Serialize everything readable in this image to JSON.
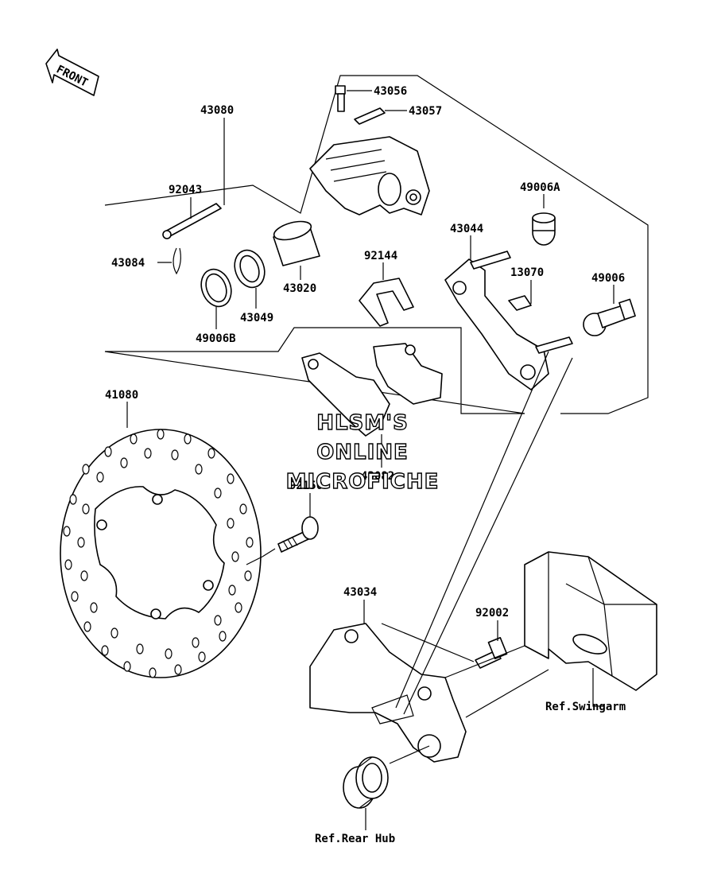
{
  "front_arrow": {
    "label": "FRONT"
  },
  "labels": {
    "p43080": "43080",
    "p43056": "43056",
    "p43057": "43057",
    "p92043": "92043",
    "p43084": "43084",
    "p43020": "43020",
    "p43049": "43049",
    "p49006B": "49006B",
    "p92144": "92144",
    "p43044": "43044",
    "p49006A": "49006A",
    "p13070": "13070",
    "p49006": "49006",
    "p43082": "43082",
    "p41080": "41080",
    "p92150": "92150",
    "p43034": "43034",
    "p92002": "92002",
    "ref_swingarm": "Ref.Swingarm",
    "ref_rear_hub": "Ref.Rear Hub"
  },
  "watermark": {
    "line1": "HLSM'S",
    "line2": "ONLINE",
    "line3": "MICROFICHE"
  }
}
